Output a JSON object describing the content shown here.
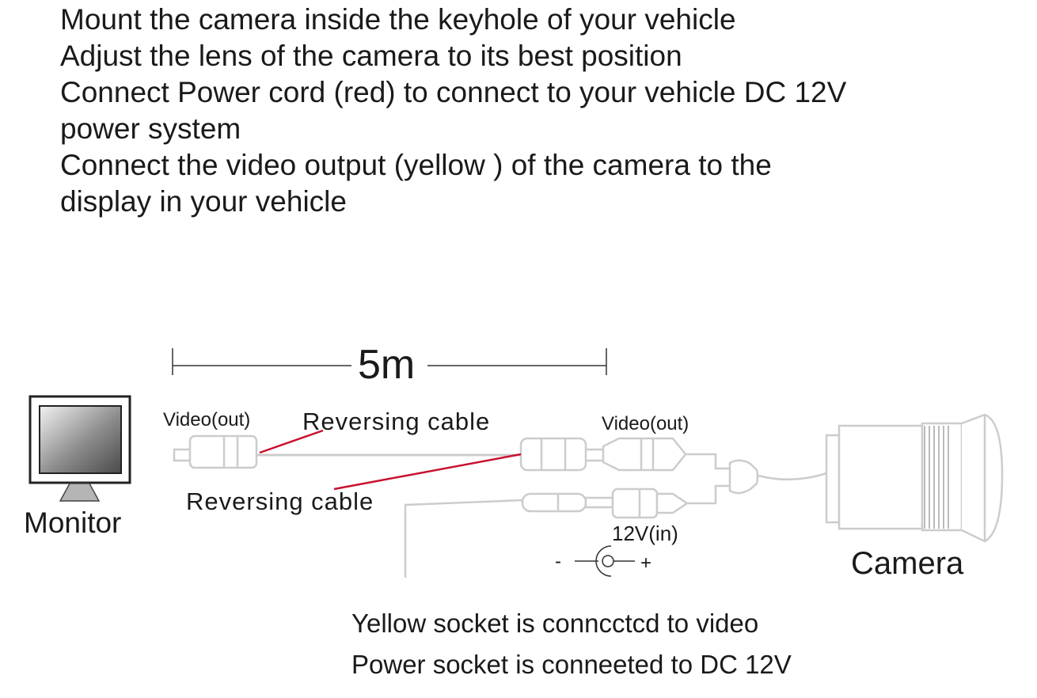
{
  "instructions": [
    "Mount the camera inside the keyhole of your vehicle",
    "Adjust the lens of the camera to its best position",
    "Connect Power cord (red) to connect to your vehicle DC 12V",
    "power system",
    "Connect the video output (yellow ) of the camera to the",
    "display in your vehicle"
  ],
  "diagram": {
    "length_label": "5m",
    "monitor_label": "Monitor",
    "camera_label": "Camera",
    "video_out_left": "Video(out)",
    "video_out_right": "Video(out)",
    "reversing_cable_top": "Reversing cable",
    "reversing_cable_bottom": "Reversing cable",
    "power_in_label": "12V(in)",
    "minus_sign": "-",
    "plus_sign": "+",
    "callout_color": "#c8102e"
  },
  "notes": [
    "Yellow socket is conncctcd to video",
    "Power socket is conneeted to DC 12V"
  ]
}
